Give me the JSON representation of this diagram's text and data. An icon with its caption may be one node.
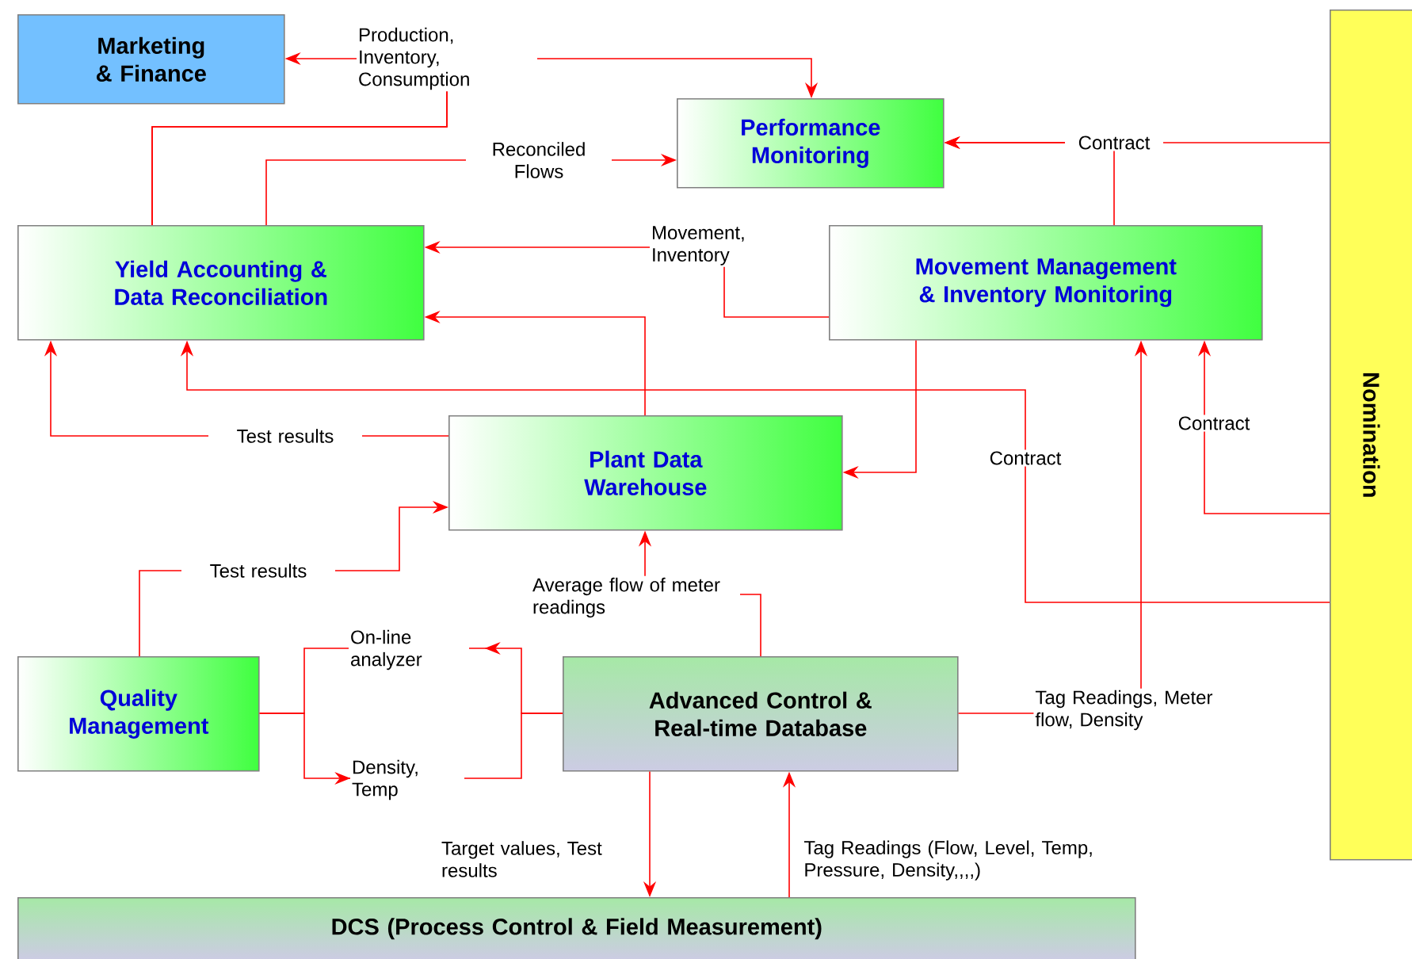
{
  "diagram": {
    "nodes": [
      {
        "text": [
          "Marketing & Finance"
        ]
      },
      {
        "text": [
          "Performance Monitoring"
        ]
      },
      {
        "text": [
          "Yield Accounting & Data Reconciliation"
        ]
      },
      {
        "text": [
          "Movement Management & Inventory Monitoring"
        ]
      },
      {
        "text": [
          "Plant Data Warehouse"
        ]
      },
      {
        "text": [
          "Quality Management"
        ]
      },
      {
        "text": [
          "Advanced Control & Real-time Database"
        ]
      },
      {
        "text": [
          "DCS (Process Control & Field Measurement)"
        ]
      },
      {
        "text": [
          "Nomination"
        ]
      }
    ],
    "edges": [
      {
        "from": 2,
        "to": 0,
        "arrow": "to",
        "label": "Production, Inventory, Consumption"
      },
      {
        "from": 2,
        "to": 1,
        "arrow": "to"
      },
      {
        "from": 2,
        "to": 1,
        "arrow": "to",
        "label": "Reconciled Flows"
      },
      {
        "from": 8,
        "to": 1,
        "arrow": "to",
        "label": "Contract"
      },
      {
        "from": 3,
        "to": 1,
        "arrow": "to"
      },
      {
        "from": 3,
        "to": 2,
        "arrow": "to",
        "label": "Movement, Inventory"
      },
      {
        "from": 4,
        "to": 2,
        "arrow": "to"
      },
      {
        "from": 3,
        "to": 4,
        "arrow": "to"
      },
      {
        "from": 8,
        "to": 2,
        "arrow": "to",
        "label": "Contract"
      },
      {
        "from": 8,
        "to": 3,
        "arrow": "to",
        "label": "Contract"
      },
      {
        "from": 6,
        "to": 3,
        "arrow": "to",
        "label": "Tag Readings, Meter flow, Density"
      },
      {
        "from": 4,
        "to": 2,
        "arrow": "to",
        "label": "Test results"
      },
      {
        "from": 5,
        "to": 4,
        "arrow": "to",
        "label": "Test results"
      },
      {
        "from": 6,
        "to": 4,
        "arrow": "to",
        "label": "Average flow of meter readings"
      },
      {
        "from": 6,
        "to": 5,
        "arrow": "to",
        "label": "On-line analyzer"
      },
      {
        "from": 5,
        "to": 6,
        "arrow": "to",
        "label": "Density, Temp"
      },
      {
        "from": 6,
        "to": 7,
        "arrow": "to",
        "label": "Target values, Test results"
      },
      {
        "from": 7,
        "to": 6,
        "arrow": "to",
        "label": "Tag Readings (Flow, Level, Temp, Pressure, Density,,,,)"
      }
    ]
  }
}
